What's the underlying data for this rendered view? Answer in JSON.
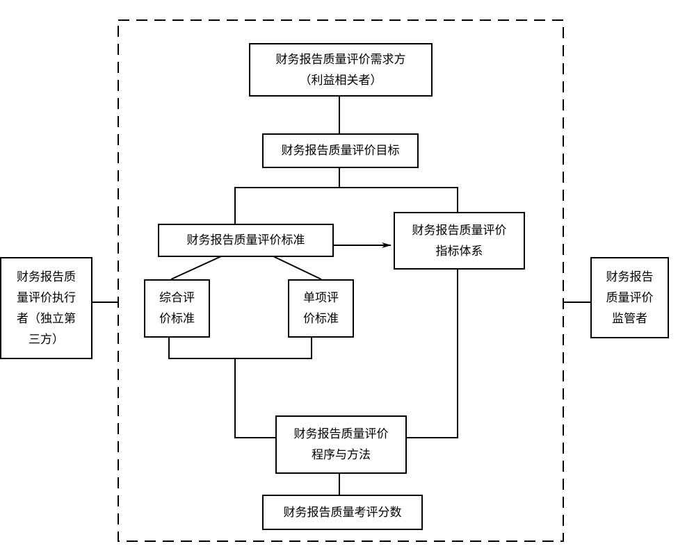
{
  "nodes": {
    "demander": {
      "lines": [
        "财务报告质量评价需求方",
        "（利益相关者）"
      ]
    },
    "objective": {
      "lines": [
        "财务报告质量评价目标"
      ]
    },
    "standard": {
      "lines": [
        "财务报告质量评价标准"
      ]
    },
    "indicator_system": {
      "lines": [
        "财务报告质量评价",
        "指标体系"
      ]
    },
    "comprehensive": {
      "lines": [
        "综合评",
        "价标准"
      ]
    },
    "single_item": {
      "lines": [
        "单项评",
        "价标准"
      ]
    },
    "procedure": {
      "lines": [
        "财务报告质量评价",
        "程序与方法"
      ]
    },
    "score": {
      "lines": [
        "财务报告质量考评分数"
      ]
    },
    "executor": {
      "lines": [
        "财务报告质",
        "量评价执行",
        "者（独立第",
        "三方）"
      ]
    },
    "supervisor": {
      "lines": [
        "财务报告",
        "质量评价",
        "监管者"
      ]
    }
  },
  "edges": [
    {
      "from": "demander",
      "to": "objective"
    },
    {
      "from": "objective",
      "to": "standard"
    },
    {
      "from": "objective",
      "to": "indicator_system"
    },
    {
      "from": "standard",
      "to": "indicator_system",
      "arrow": true
    },
    {
      "from": "standard",
      "to": "comprehensive"
    },
    {
      "from": "standard",
      "to": "single_item"
    },
    {
      "from": "comprehensive",
      "to": "procedure"
    },
    {
      "from": "single_item",
      "to": "procedure"
    },
    {
      "from": "indicator_system",
      "to": "procedure"
    },
    {
      "from": "procedure",
      "to": "score"
    },
    {
      "from": "executor",
      "to": "boundary"
    },
    {
      "from": "supervisor",
      "to": "boundary"
    }
  ]
}
